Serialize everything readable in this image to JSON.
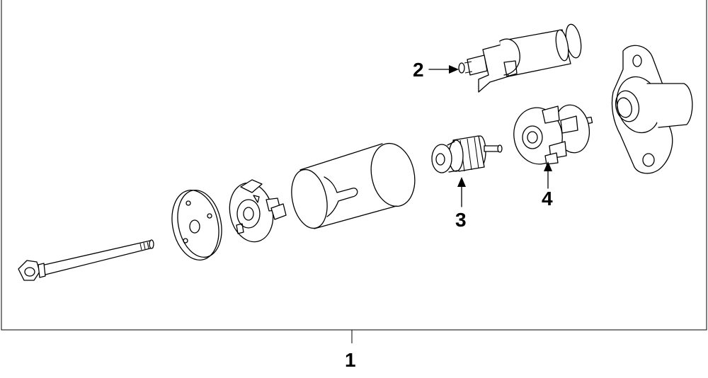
{
  "callouts": {
    "assembly": "1",
    "solenoid": "2",
    "armature": "3",
    "drive_housing_part": "4"
  }
}
